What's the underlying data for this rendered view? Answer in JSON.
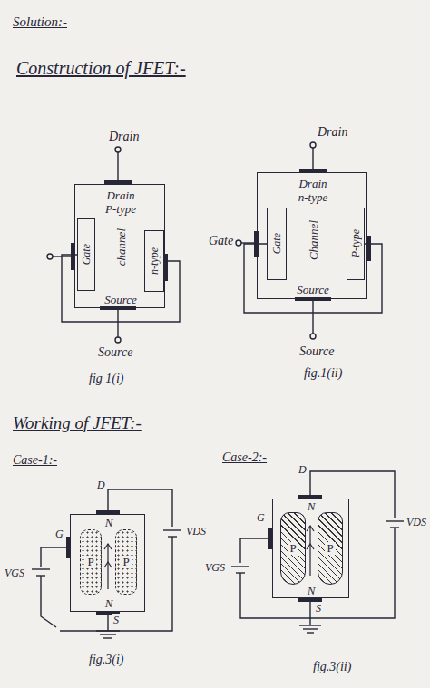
{
  "diagram": {
    "title": "Solution:-",
    "nodes": [
      {
        "text": [
          "Drain",
          "P-type",
          "channel",
          "Source"
        ]
      },
      {
        "text": [
          "Gate"
        ],
        "in": 0
      },
      {
        "text": [
          "n-type"
        ],
        "in": 0
      },
      {
        "text": [
          "Drain",
          "n-type",
          "Channel",
          "Source"
        ]
      },
      {
        "text": [
          "Gate"
        ],
        "in": 3
      },
      {
        "text": [
          "P-type"
        ],
        "in": 3
      },
      {
        "text": [
          "N",
          "N"
        ]
      },
      {
        "text": [
          "P"
        ],
        "in": 6
      },
      {
        "text": [
          "P"
        ],
        "in": 6
      },
      {
        "text": [
          "N",
          "N"
        ]
      },
      {
        "text": [
          "P"
        ],
        "in": 9
      },
      {
        "text": [
          "P"
        ],
        "in": 9
      }
    ],
    "edges": [
      {
        "from": 1,
        "to": 2,
        "arrow": "none"
      },
      {
        "from": 4,
        "to": 5,
        "arrow": "none"
      }
    ],
    "labels": [
      "Construction of JFET:-",
      "Drain",
      "Source",
      "fig 1(i)",
      "Drain",
      "Gate",
      "Source",
      "fig.1(ii)",
      "Working of JFET:-",
      "Case-1:-",
      "Case-2:-",
      "D",
      "G",
      "VGS",
      "VDS",
      "S",
      "fig.3(i)",
      "D",
      "G",
      "VGS",
      "VDS",
      "S",
      "fig.3(ii)"
    ]
  }
}
